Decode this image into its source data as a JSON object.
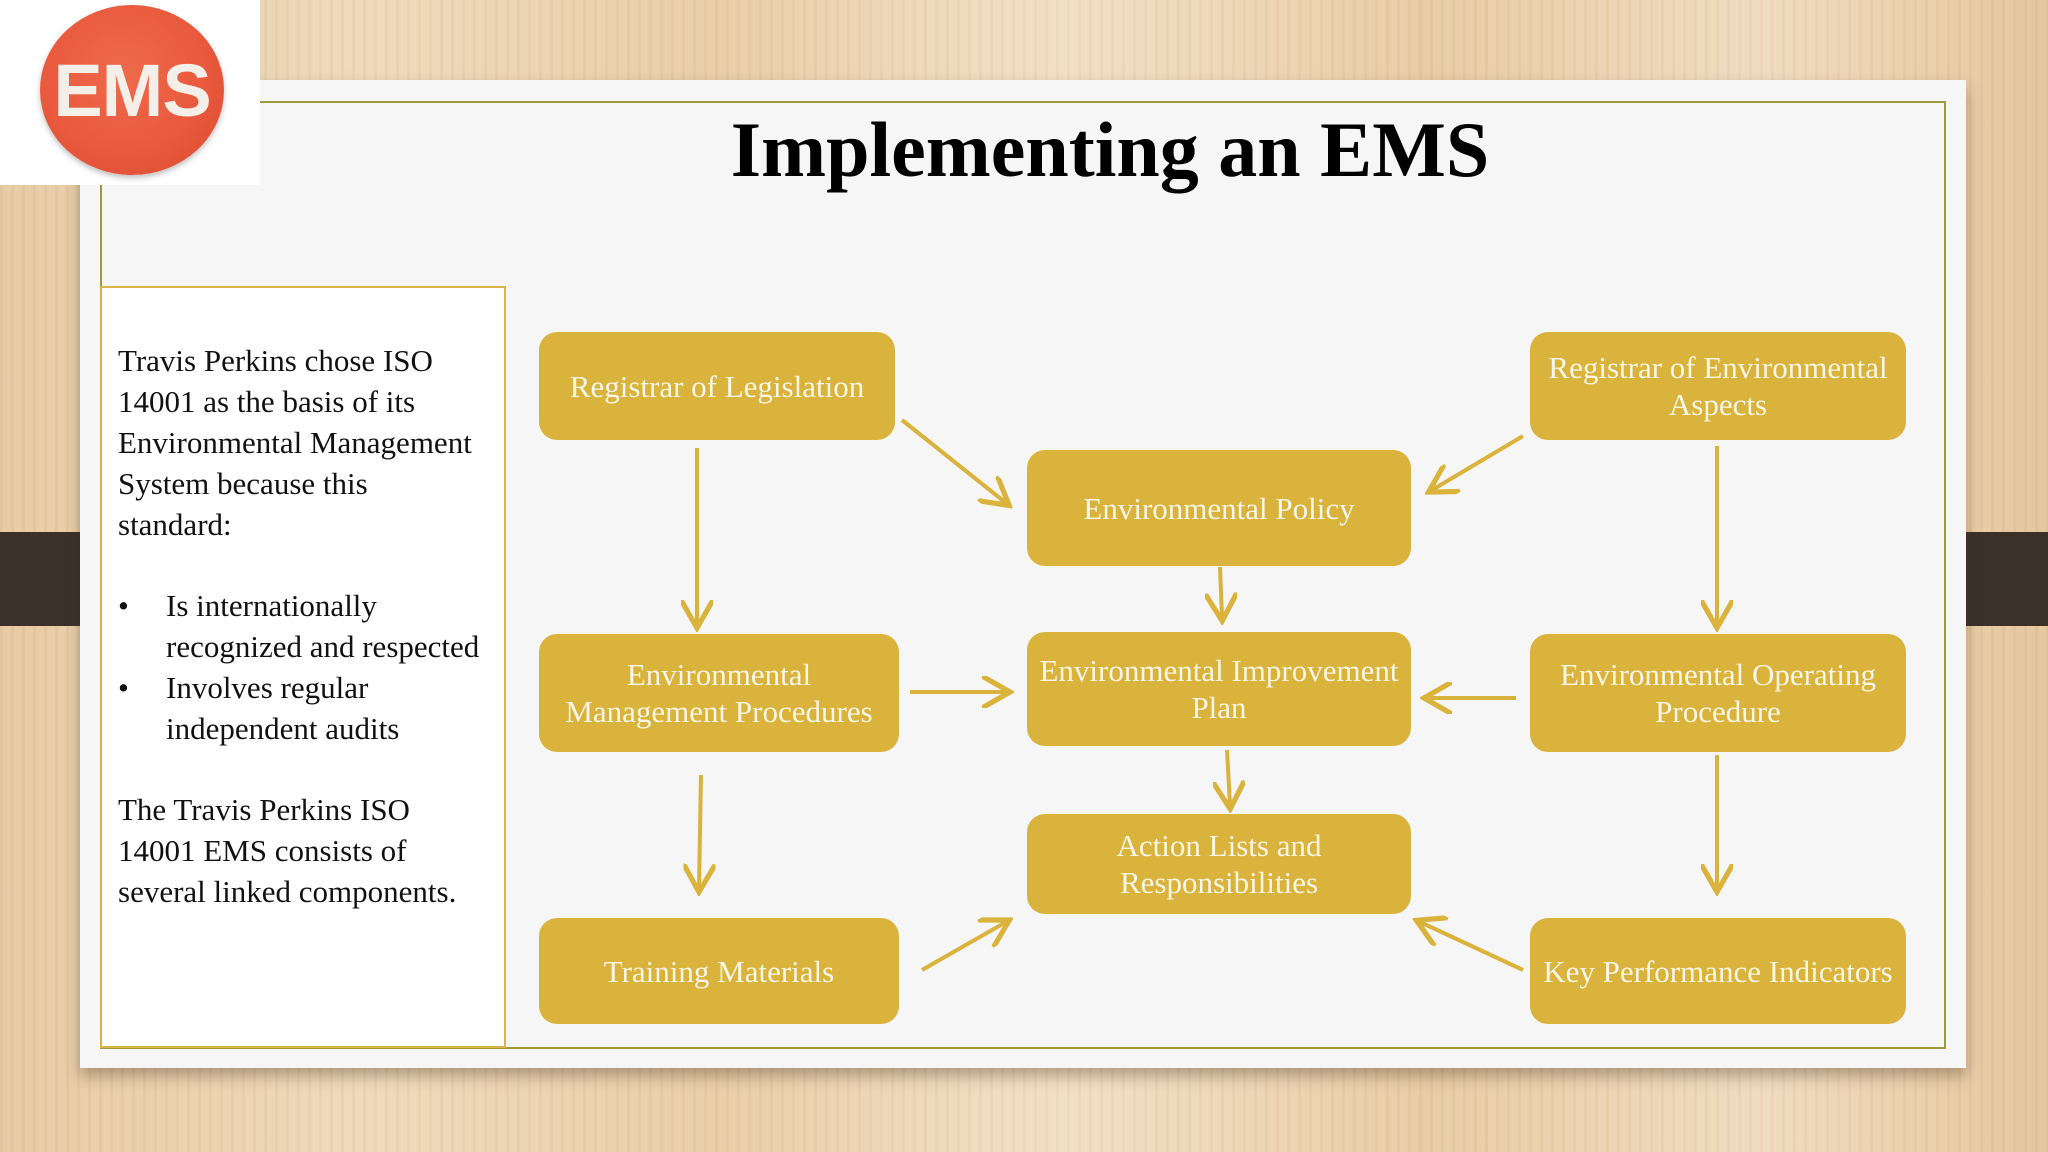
{
  "logo": {
    "text": "EMS"
  },
  "title": "Implementing an EMS",
  "sidebar": {
    "intro": "Travis Perkins chose ISO 14001 as the basis of its Environmental Management System because this standard:",
    "bullets": [
      "Is internationally recognized and respected",
      "Involves regular independent audits"
    ],
    "bullet_symbol": "•",
    "closing": "The Travis Perkins ISO 14001 EMS consists of several linked components."
  },
  "diagram": {
    "nodes": {
      "registrar_legislation": "Registrar of  Legislation",
      "registrar_aspects": "Registrar of Environmental Aspects",
      "environmental_policy": "Environmental Policy",
      "management_procedures": "Environmental Management Procedures",
      "improvement_plan": "Environmental Improvement Plan",
      "operating_procedure": "Environmental Operating Procedure",
      "action_lists": "Action Lists and Responsibilities",
      "training_materials": "Training Materials",
      "kpis": "Key Performance Indicators"
    },
    "box_color": "#d9b33b",
    "arrow_color": "#d9b33b"
  }
}
